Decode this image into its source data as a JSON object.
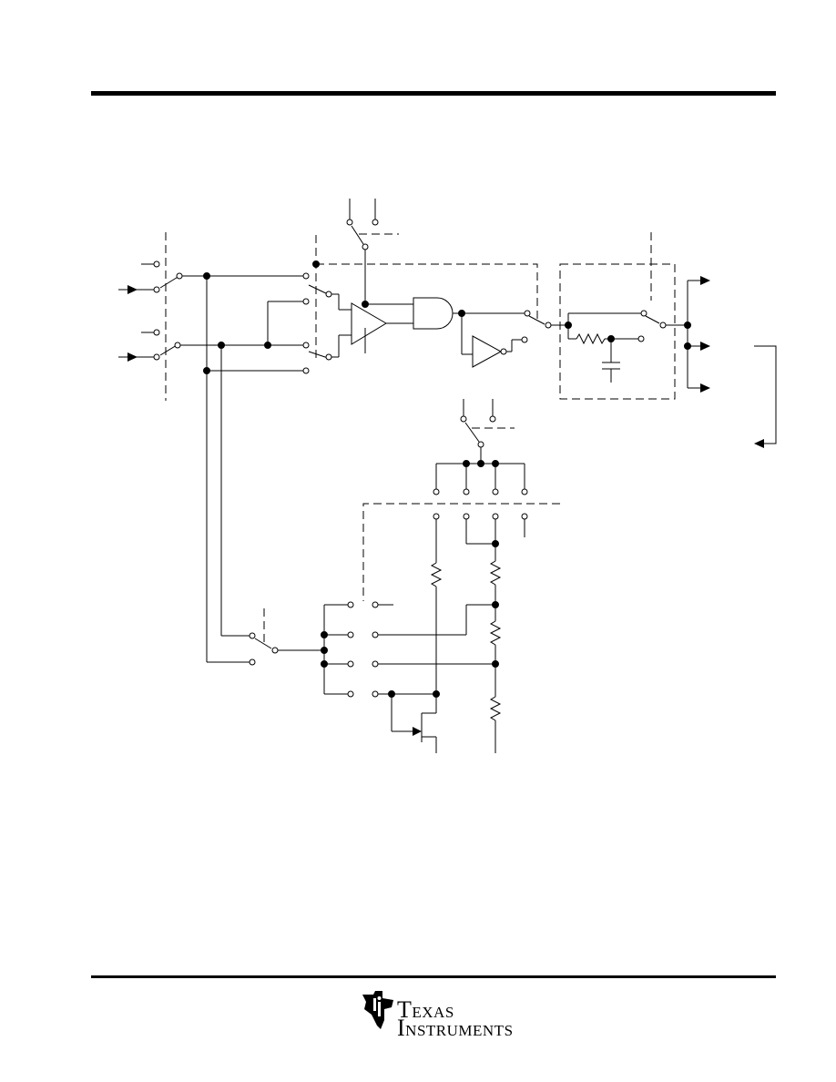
{
  "page": {
    "background": "#ffffff",
    "line_color": "#000000"
  },
  "logo": {
    "icon": "ti-state-icon",
    "line1_cap": "T",
    "line1_rest": "EXAS",
    "line2_cap": "I",
    "line2_rest": "NSTRUMENTS"
  }
}
